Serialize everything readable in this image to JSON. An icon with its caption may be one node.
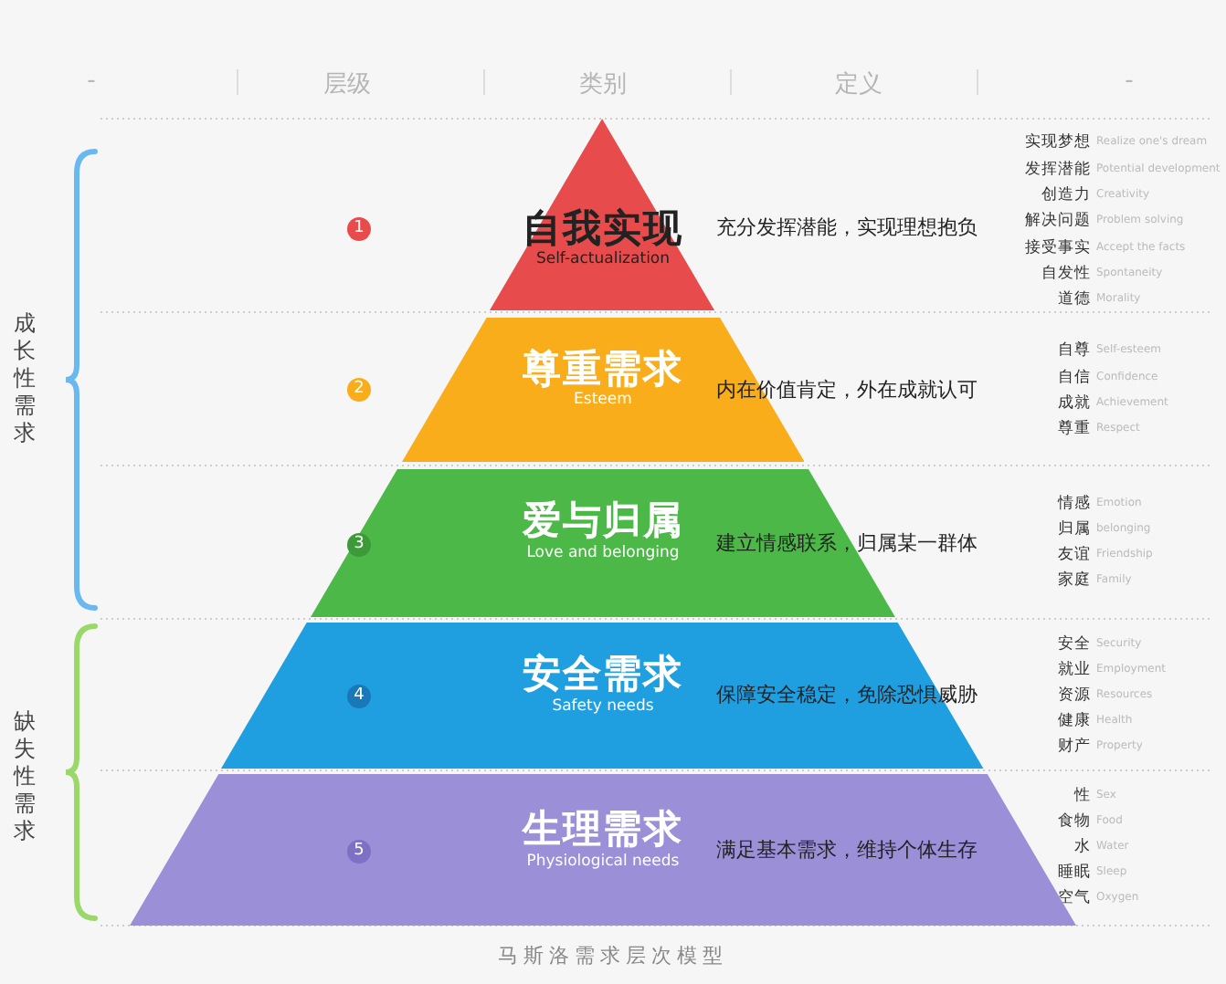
{
  "diagram": {
    "caption": "马斯洛需求层次模型",
    "nodes": [
      {
        "text": [
          "自我实现",
          "Self-actualization"
        ],
        "beside": [
          "充分发挥潜能，实现理想抱负"
        ]
      },
      {
        "text": [
          "尊重需求",
          "Esteem"
        ],
        "beside": [
          "内在价值肯定，外在成就认可"
        ]
      },
      {
        "text": [
          "爱与归属",
          "Love and belonging"
        ],
        "beside": [
          "建立情感联系，归属某一群体"
        ]
      },
      {
        "text": [
          "安全需求",
          "Safety needs"
        ],
        "beside": [
          "保障安全稳定，免除恐惧威胁"
        ]
      },
      {
        "text": [
          "生理需求",
          "Physiological needs"
        ],
        "beside": [
          "满足基本需求，维持个体生存"
        ]
      },
      {
        "text": [
          "1"
        ]
      },
      {
        "text": [
          "2"
        ]
      },
      {
        "text": [
          "3"
        ],
        "in": 2
      },
      {
        "text": [
          "4"
        ],
        "in": 3
      },
      {
        "text": [
          "5"
        ],
        "in": 4
      }
    ],
    "labels": [
      "-",
      "层级",
      "类别",
      "定义",
      "-",
      "成长性需求",
      "缺失性需求",
      "实现梦想",
      "Realize one's dream",
      "发挥潜能",
      "Potential development",
      "创造力",
      "Creativity",
      "解决问题",
      "Problem solving",
      "接受事实",
      "Accept the facts",
      "自发性",
      "Spontaneity",
      "道德",
      "Morality",
      "自尊",
      "Self-esteem",
      "自信",
      "Confidence",
      "成就",
      "Achievement",
      "尊重",
      "Respect",
      "情感",
      "Emotion",
      "归属",
      "belonging",
      "友谊",
      "Friendship",
      "家庭",
      "Family",
      "安全",
      "Security",
      "就业",
      "Employment",
      "资源",
      "Resources",
      "健康",
      "Health",
      "财产",
      "Property",
      "性",
      "Sex",
      "食物",
      "Food",
      "水",
      "Water",
      "睡眠",
      "Sleep",
      "空气",
      "Oxygen"
    ]
  }
}
